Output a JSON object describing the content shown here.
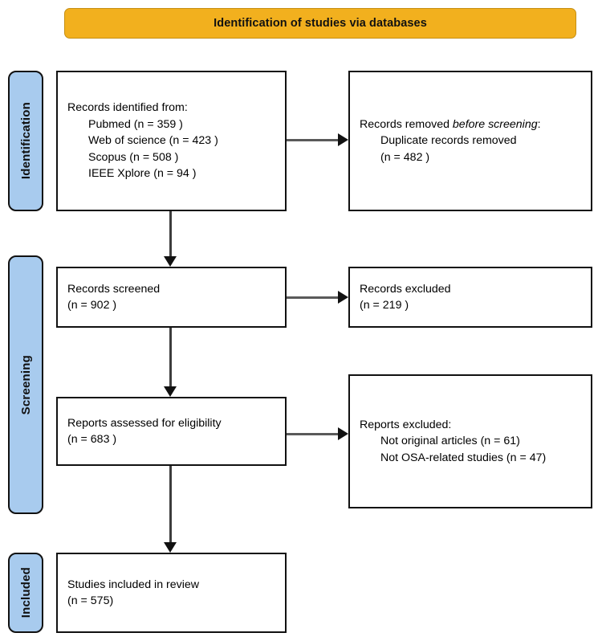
{
  "banner": {
    "title": "Identification of studies via databases"
  },
  "stages": [
    {
      "id": "identification",
      "label": "Identification"
    },
    {
      "id": "screening",
      "label": "Screening"
    },
    {
      "id": "included",
      "label": "Included"
    }
  ],
  "boxes": {
    "records_identified": {
      "heading": "Records identified from:",
      "items": [
        "Pubmed (n = 359 )",
        "Web of science (n = 423 )",
        "Scopus (n = 508 )",
        "IEEE Xplore (n = 94 )"
      ]
    },
    "records_removed": {
      "heading_prefix": "Records removed ",
      "heading_italic": "before screening",
      "heading_suffix": ":",
      "items": [
        "Duplicate records removed",
        "(n = 482 )"
      ]
    },
    "records_screened": {
      "heading": "Records screened",
      "count": "(n = 902 )"
    },
    "records_excluded": {
      "heading": "Records excluded",
      "count": "(n = 219 )"
    },
    "reports_assessed": {
      "heading": "Reports assessed for eligibility",
      "count": "(n = 683 )"
    },
    "reports_excluded": {
      "heading": "Reports excluded:",
      "items": [
        "Not original articles (n = 61)",
        "Not OSA-related studies (n = 47)"
      ]
    },
    "studies_included": {
      "heading": "Studies included in review",
      "count": "(n = 575)"
    }
  },
  "colors": {
    "banner_fill": "#f2b01e",
    "stage_fill": "#a8cbee",
    "box_border": "#111111",
    "connector": "#3d3d3d",
    "background": "#ffffff"
  }
}
